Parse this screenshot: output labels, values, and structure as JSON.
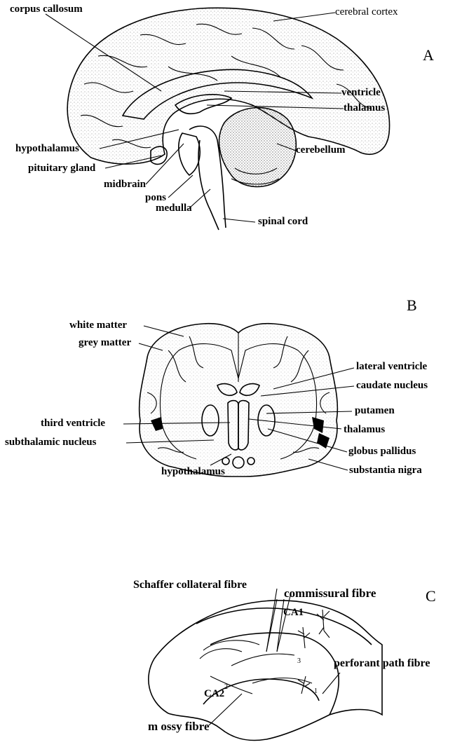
{
  "panels": {
    "a": {
      "letter": "A",
      "labels": {
        "corpus_callosum": "corpus callosum",
        "cerebral_cortex": "cerebral cortex",
        "ventricle": "ventricle",
        "thalamus": "thalamus",
        "hypothalamus": "hypothalamus",
        "cerebellum": "cerebellum",
        "pituitary_gland": "pituitary gland",
        "midbrain": "midbrain",
        "pons": "pons",
        "medulla": "medulla",
        "spinal_cord": "spinal cord"
      }
    },
    "b": {
      "letter": "B",
      "labels": {
        "white_matter": "white matter",
        "grey_matter": "grey matter",
        "lateral_ventricle": "lateral ventricle",
        "caudate_nucleus": "caudate nucleus",
        "putamen": "putamen",
        "third_ventricle": "third ventricle",
        "thalamus": "thalamus",
        "subthalamic_nucleus": "subthalamic nucleus",
        "globus_pallidus": "globus pallidus",
        "hypothalamus": "hypothalamus",
        "substantia_nigra": "substantia nigra"
      }
    },
    "c": {
      "letter": "C",
      "labels": {
        "schaffer": "Schaffer collateral fibre",
        "commissural": "commissural fibre",
        "ca1": "CA1",
        "ca2": "CA2",
        "perforant": "perforant path fibre",
        "mossy": "m ossy fibre",
        "n1": "1",
        "n2": "2",
        "n3": "3"
      }
    }
  }
}
